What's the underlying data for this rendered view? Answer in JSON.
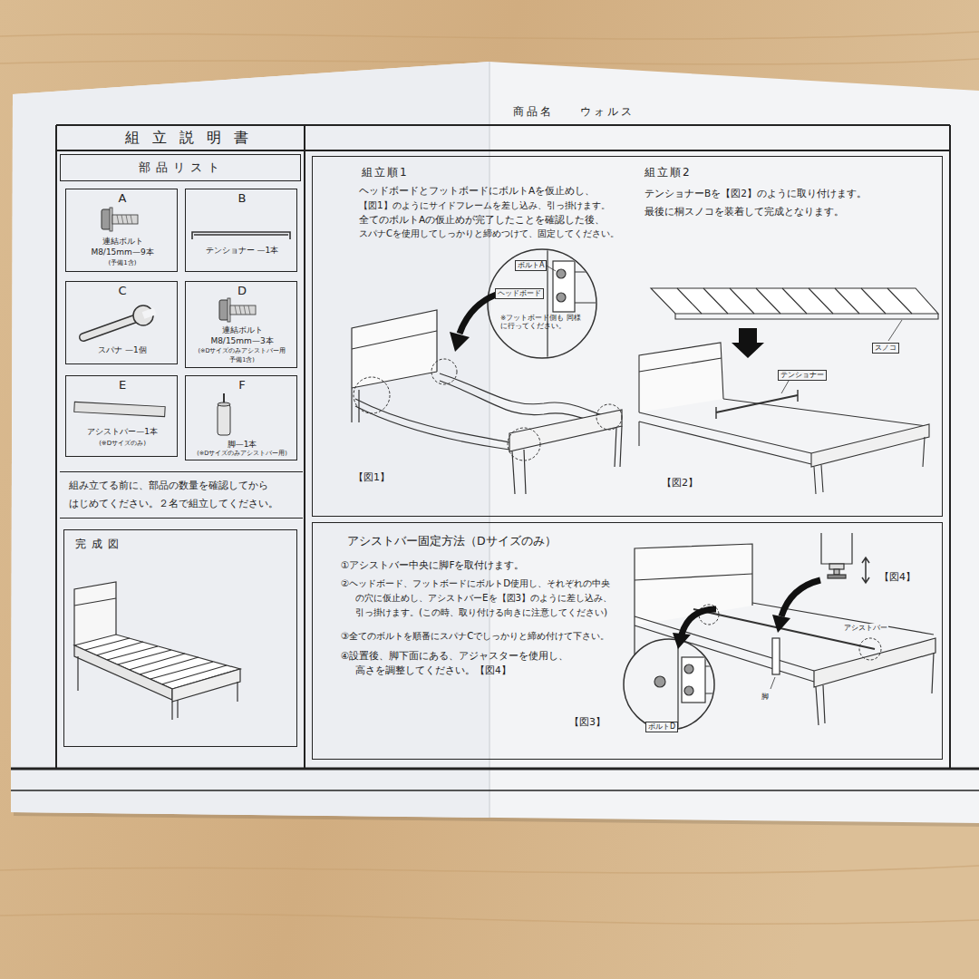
{
  "diagram": {
    "title": "組立説明書",
    "nodes": [
      {
        "text": [
          "部品リスト"
        ]
      },
      {
        "text": [
          "A",
          "連結ボルト",
          "M8/15mm—9本",
          "(予備1含)"
        ]
      },
      {
        "text": [
          "B",
          "テンショナー —1本"
        ]
      },
      {
        "text": [
          "C",
          "スパナ —1個"
        ]
      },
      {
        "text": [
          "D",
          "連結ボルト",
          "M8/15mm—3本",
          "(※Dサイズのみアシストバー用",
          "予備1含)"
        ]
      },
      {
        "text": [
          "E",
          "アシストバー—1本",
          "(※Dサイズのみ)"
        ]
      },
      {
        "text": [
          "F",
          "脚—1本",
          "(※Dサイズのみアシストバー用)"
        ]
      },
      {
        "text": [
          "組み立てる前に、部品の数量を確認してから",
          "はじめてください。２名で組立してください。"
        ]
      },
      {
        "text": [
          "完成図"
        ]
      },
      {
        "text": [
          "組立順1",
          "ヘッドボードとフットボードにボルトAを仮止めし、",
          "【図1】のようにサイドフレームを差し込み、引っ掛けます。",
          "全てのボルトAの仮止めが完了したことを確認した後、",
          "スパナCを使用してしっかりと締めつけて、固定してください。",
          "組立順2",
          "テンショナーBを【図2】のように取り付けます。",
          "最後に桐スノコを装着して完成となります。"
        ]
      },
      {
        "text": [
          "アシストバー固定方法（Dサイズのみ）",
          "①アシストバー中央に脚Fを取付けます。",
          "②ヘッドボード、フットボードにボルトD使用し、それぞれの中央",
          "の穴に仮止めし、アシストバーEを【図3】のように差し込み、",
          "引っ掛けます。(この時、取り付ける向きに注意してください)",
          "③全てのボルトを順番にスパナCでしっかりと締め付けて下さい。",
          "④設置後、脚下面にある、アジャスターを使用し、",
          "高さを調整してください。【図4】"
        ]
      }
    ],
    "labels": [
      "商品名",
      "ウォルス",
      "ボルトA",
      "ヘッドボード",
      "※フットボード側も 同様に行ってください。",
      "【図1】",
      "テンショナー",
      "スノコ",
      "【図2】",
      "【図4】",
      "脚",
      "アシストバー",
      "【図3】",
      "ボルトD"
    ]
  }
}
